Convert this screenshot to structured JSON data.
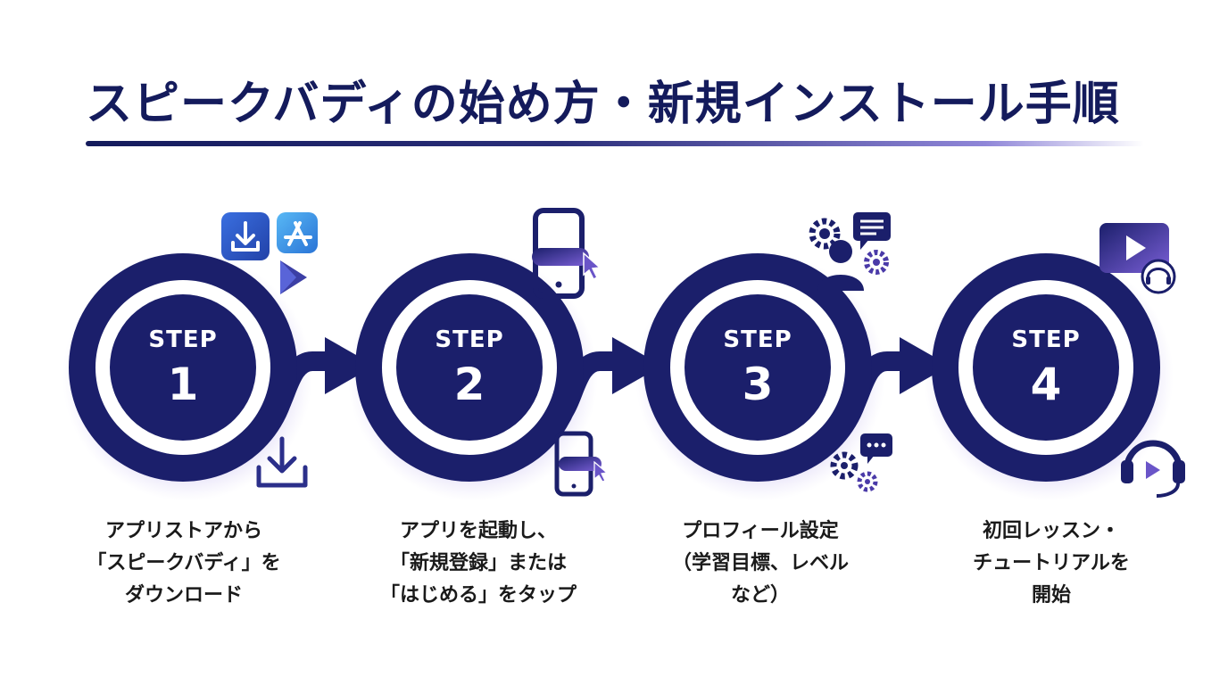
{
  "title": "スピークバディの始め方・新規インストール手順",
  "steps": [
    {
      "label": "STEP",
      "number": "1",
      "description": "アプリストアから\n「スピークバディ」を\nダウンロード"
    },
    {
      "label": "STEP",
      "number": "2",
      "description": "アプリを起動し、\n「新規登録」または\n「はじめる」をタップ"
    },
    {
      "label": "STEP",
      "number": "3",
      "description": "プロフィール設定\n（学習目標、レベル\nなど）"
    },
    {
      "label": "STEP",
      "number": "4",
      "description": "初回レッスン・\nチュートリアルを\n開始"
    }
  ],
  "icons": {
    "step1": [
      "download-app-icon",
      "app-store-icon",
      "play-store-icon",
      "download-icon"
    ],
    "step2": [
      "smartphone-tap-icon",
      "smartphone-tap-icon-small"
    ],
    "step3": [
      "profile-settings-icon",
      "chat-bubble-icon",
      "gears-chat-icon"
    ],
    "step4": [
      "video-play-icon",
      "headset-icon",
      "headset-play-icon"
    ]
  },
  "colors": {
    "navy": "#1b1f6b",
    "accent_purple": "#6a55c8",
    "title": "#141b5c"
  }
}
